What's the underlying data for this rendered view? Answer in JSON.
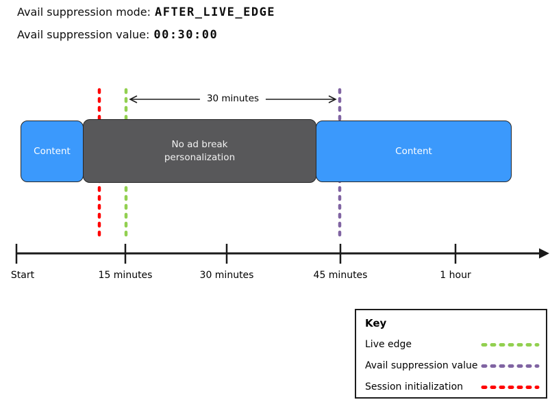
{
  "header": {
    "mode_label": "Avail suppression mode:",
    "mode_value": "AFTER_LIVE_EDGE",
    "value_label": "Avail suppression value:",
    "value_value": "00:30:00"
  },
  "diagram": {
    "content_left_label": "Content",
    "no_ad_label_line1": "No ad break",
    "no_ad_label_line2": "personalization",
    "content_right_label": "Content",
    "duration_label": "30 minutes"
  },
  "timeline": {
    "tick_labels": [
      "Start",
      "15 minutes",
      "30 minutes",
      "45 minutes",
      "1 hour"
    ]
  },
  "legend": {
    "title": "Key",
    "items": [
      {
        "label": "Live edge",
        "color": "#92D050"
      },
      {
        "label": "Avail suppression value",
        "color": "#8064A2"
      },
      {
        "label": "Session initialization",
        "color": "#FF0000"
      }
    ]
  },
  "colors": {
    "content_box_blue": "#3B99FC",
    "no_ad_box_gray": "#58585A",
    "live_edge_green": "#92D050",
    "avail_suppression_purple": "#8064A2",
    "session_init_red": "#FF0000",
    "axis_black": "#1a1a1a"
  }
}
